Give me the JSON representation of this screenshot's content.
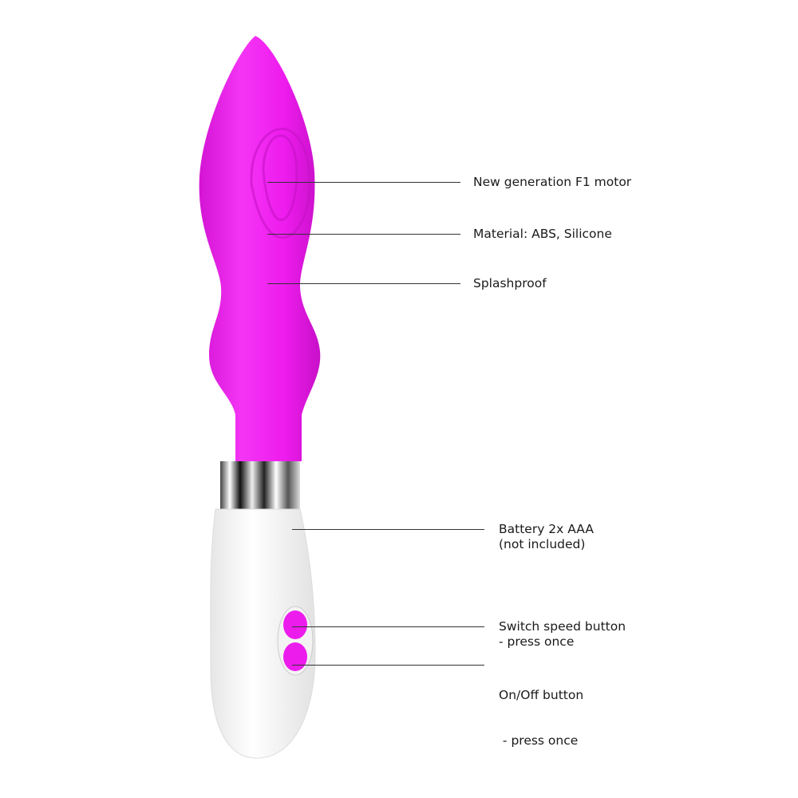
{
  "colors": {
    "body": "#f01ef0",
    "handle": "#ffffff",
    "chrome": "#9a9a9a",
    "line": "#333333"
  },
  "callouts": [
    {
      "id": "motor",
      "lines": [
        "New generation F1 motor"
      ]
    },
    {
      "id": "material",
      "lines": [
        "Material: ABS, Silicone"
      ]
    },
    {
      "id": "splash",
      "lines": [
        "Splashproof"
      ]
    },
    {
      "id": "battery",
      "lines": [
        "Battery 2x AAA",
        "(not included)"
      ]
    },
    {
      "id": "speed",
      "lines": [
        "Switch speed button",
        "- press once"
      ]
    },
    {
      "id": "power",
      "lines": [
        "On/Off button",
        " - press once"
      ]
    }
  ]
}
